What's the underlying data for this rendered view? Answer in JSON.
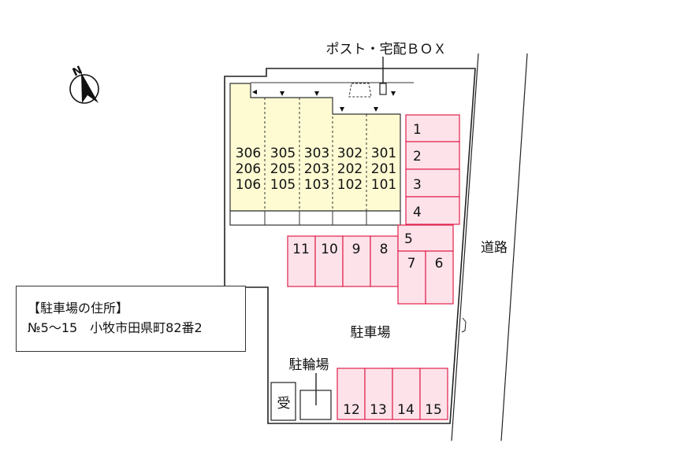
{
  "labels": {
    "post_box": "ポスト・宅配ＢＯＸ",
    "road": "道路",
    "parking": "駐車場",
    "bicycle": "駐輪場",
    "reception": "受",
    "north": "N"
  },
  "building": {
    "units": [
      {
        "top": "306",
        "mid": "206",
        "bottom": "106"
      },
      {
        "top": "305",
        "mid": "205",
        "bottom": "105"
      },
      {
        "top": "303",
        "mid": "203",
        "bottom": "103"
      },
      {
        "top": "302",
        "mid": "202",
        "bottom": "102"
      },
      {
        "top": "301",
        "mid": "201",
        "bottom": "101"
      }
    ]
  },
  "parking_slots": {
    "right_column": [
      "1",
      "2",
      "3",
      "4"
    ],
    "middle_row": [
      "11",
      "10",
      "9",
      "8"
    ],
    "block": [
      "5",
      "7",
      "6"
    ],
    "bottom_row": [
      "12",
      "13",
      "14",
      "15"
    ]
  },
  "address": {
    "title": "【駐車場の住所】",
    "text": "№5～15　小牧市田県町82番2"
  },
  "colors": {
    "building_fill": "#fefbd3",
    "slot_fill": "#fde2ea",
    "slot_stroke": "#e0204a",
    "outline": "#222222"
  }
}
